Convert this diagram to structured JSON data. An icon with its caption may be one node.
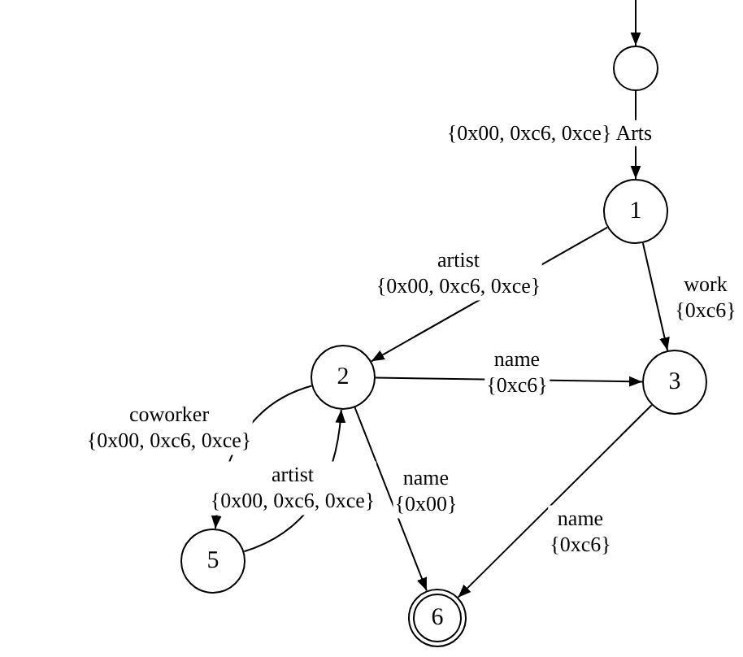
{
  "diagram": {
    "nodes": [
      {
        "text": [],
        "shape": "circle"
      },
      {
        "text": [
          "1"
        ]
      },
      {
        "text": [
          "2"
        ]
      },
      {
        "text": [
          "3"
        ]
      },
      {
        "text": [
          "5"
        ]
      },
      {
        "text": [
          "6"
        ]
      }
    ],
    "edges": [
      {
        "from": null,
        "to": 0,
        "arrow": "to"
      },
      {
        "from": 0,
        "to": 1,
        "arrow": "to",
        "label": "{0x00, 0xc6, 0xce} Arts"
      },
      {
        "from": 1,
        "to": 2,
        "arrow": "to",
        "label": "artist {0x00, 0xc6, 0xce}"
      },
      {
        "from": 1,
        "to": 3,
        "arrow": "to",
        "label": "work {0xc6}"
      },
      {
        "from": 2,
        "to": 3,
        "arrow": "to",
        "label": "name {0xc6}"
      },
      {
        "from": 2,
        "to": 4,
        "arrow": "to",
        "label": "coworker {0x00, 0xc6, 0xce}"
      },
      {
        "from": 4,
        "to": 2,
        "arrow": "to",
        "label": "artist {0x00, 0xc6, 0xce}"
      },
      {
        "from": 2,
        "to": 5,
        "arrow": "to",
        "label": "name {0x00}"
      },
      {
        "from": 3,
        "to": 5,
        "arrow": "to",
        "label": "name {0xc6}"
      }
    ]
  }
}
